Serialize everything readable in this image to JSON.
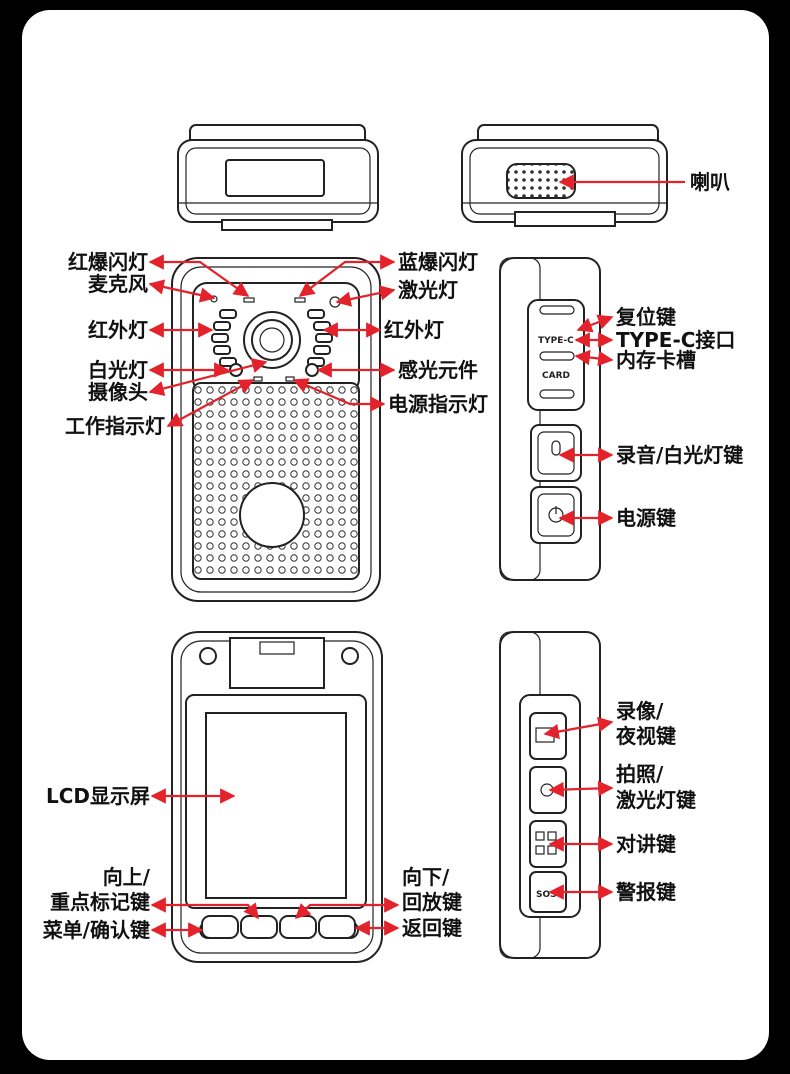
{
  "colors": {
    "background": "#000000",
    "panel": "#ffffff",
    "callout": "#e3222b",
    "outline": "#222222"
  },
  "labels": {
    "speaker": "喇叭",
    "red_flash": "红爆闪灯",
    "microphone": "麦克风",
    "infrared_left": "红外灯",
    "white_light": "白光灯",
    "camera": "摄像头",
    "work_indicator": "工作指示灯",
    "blue_flash": "蓝爆闪灯",
    "laser": "激光灯",
    "infrared_right": "红外灯",
    "light_sensor": "感光元件",
    "power_indicator": "电源指示灯",
    "reset_key": "复位键",
    "type_c": "TYPE-C接口",
    "card_slot": "内存卡槽",
    "record_audio_key": "录音/白光灯键",
    "power_key": "电源键",
    "lcd": "LCD显示屏",
    "up_key_1": "向上/",
    "up_key_2": "重点标记键",
    "menu_key": "菜单/确认键",
    "down_key_1": "向下/",
    "down_key_2": "回放键",
    "back_key": "返回键",
    "video_key_1": "录像/",
    "video_key_2": "夜视键",
    "photo_key_1": "拍照/",
    "photo_key_2": "激光灯键",
    "intercom_key": "对讲键",
    "alarm_key": "警报键"
  },
  "device_markings": {
    "type": "TYPE-C",
    "card": "CARD",
    "sos": "SOS"
  }
}
